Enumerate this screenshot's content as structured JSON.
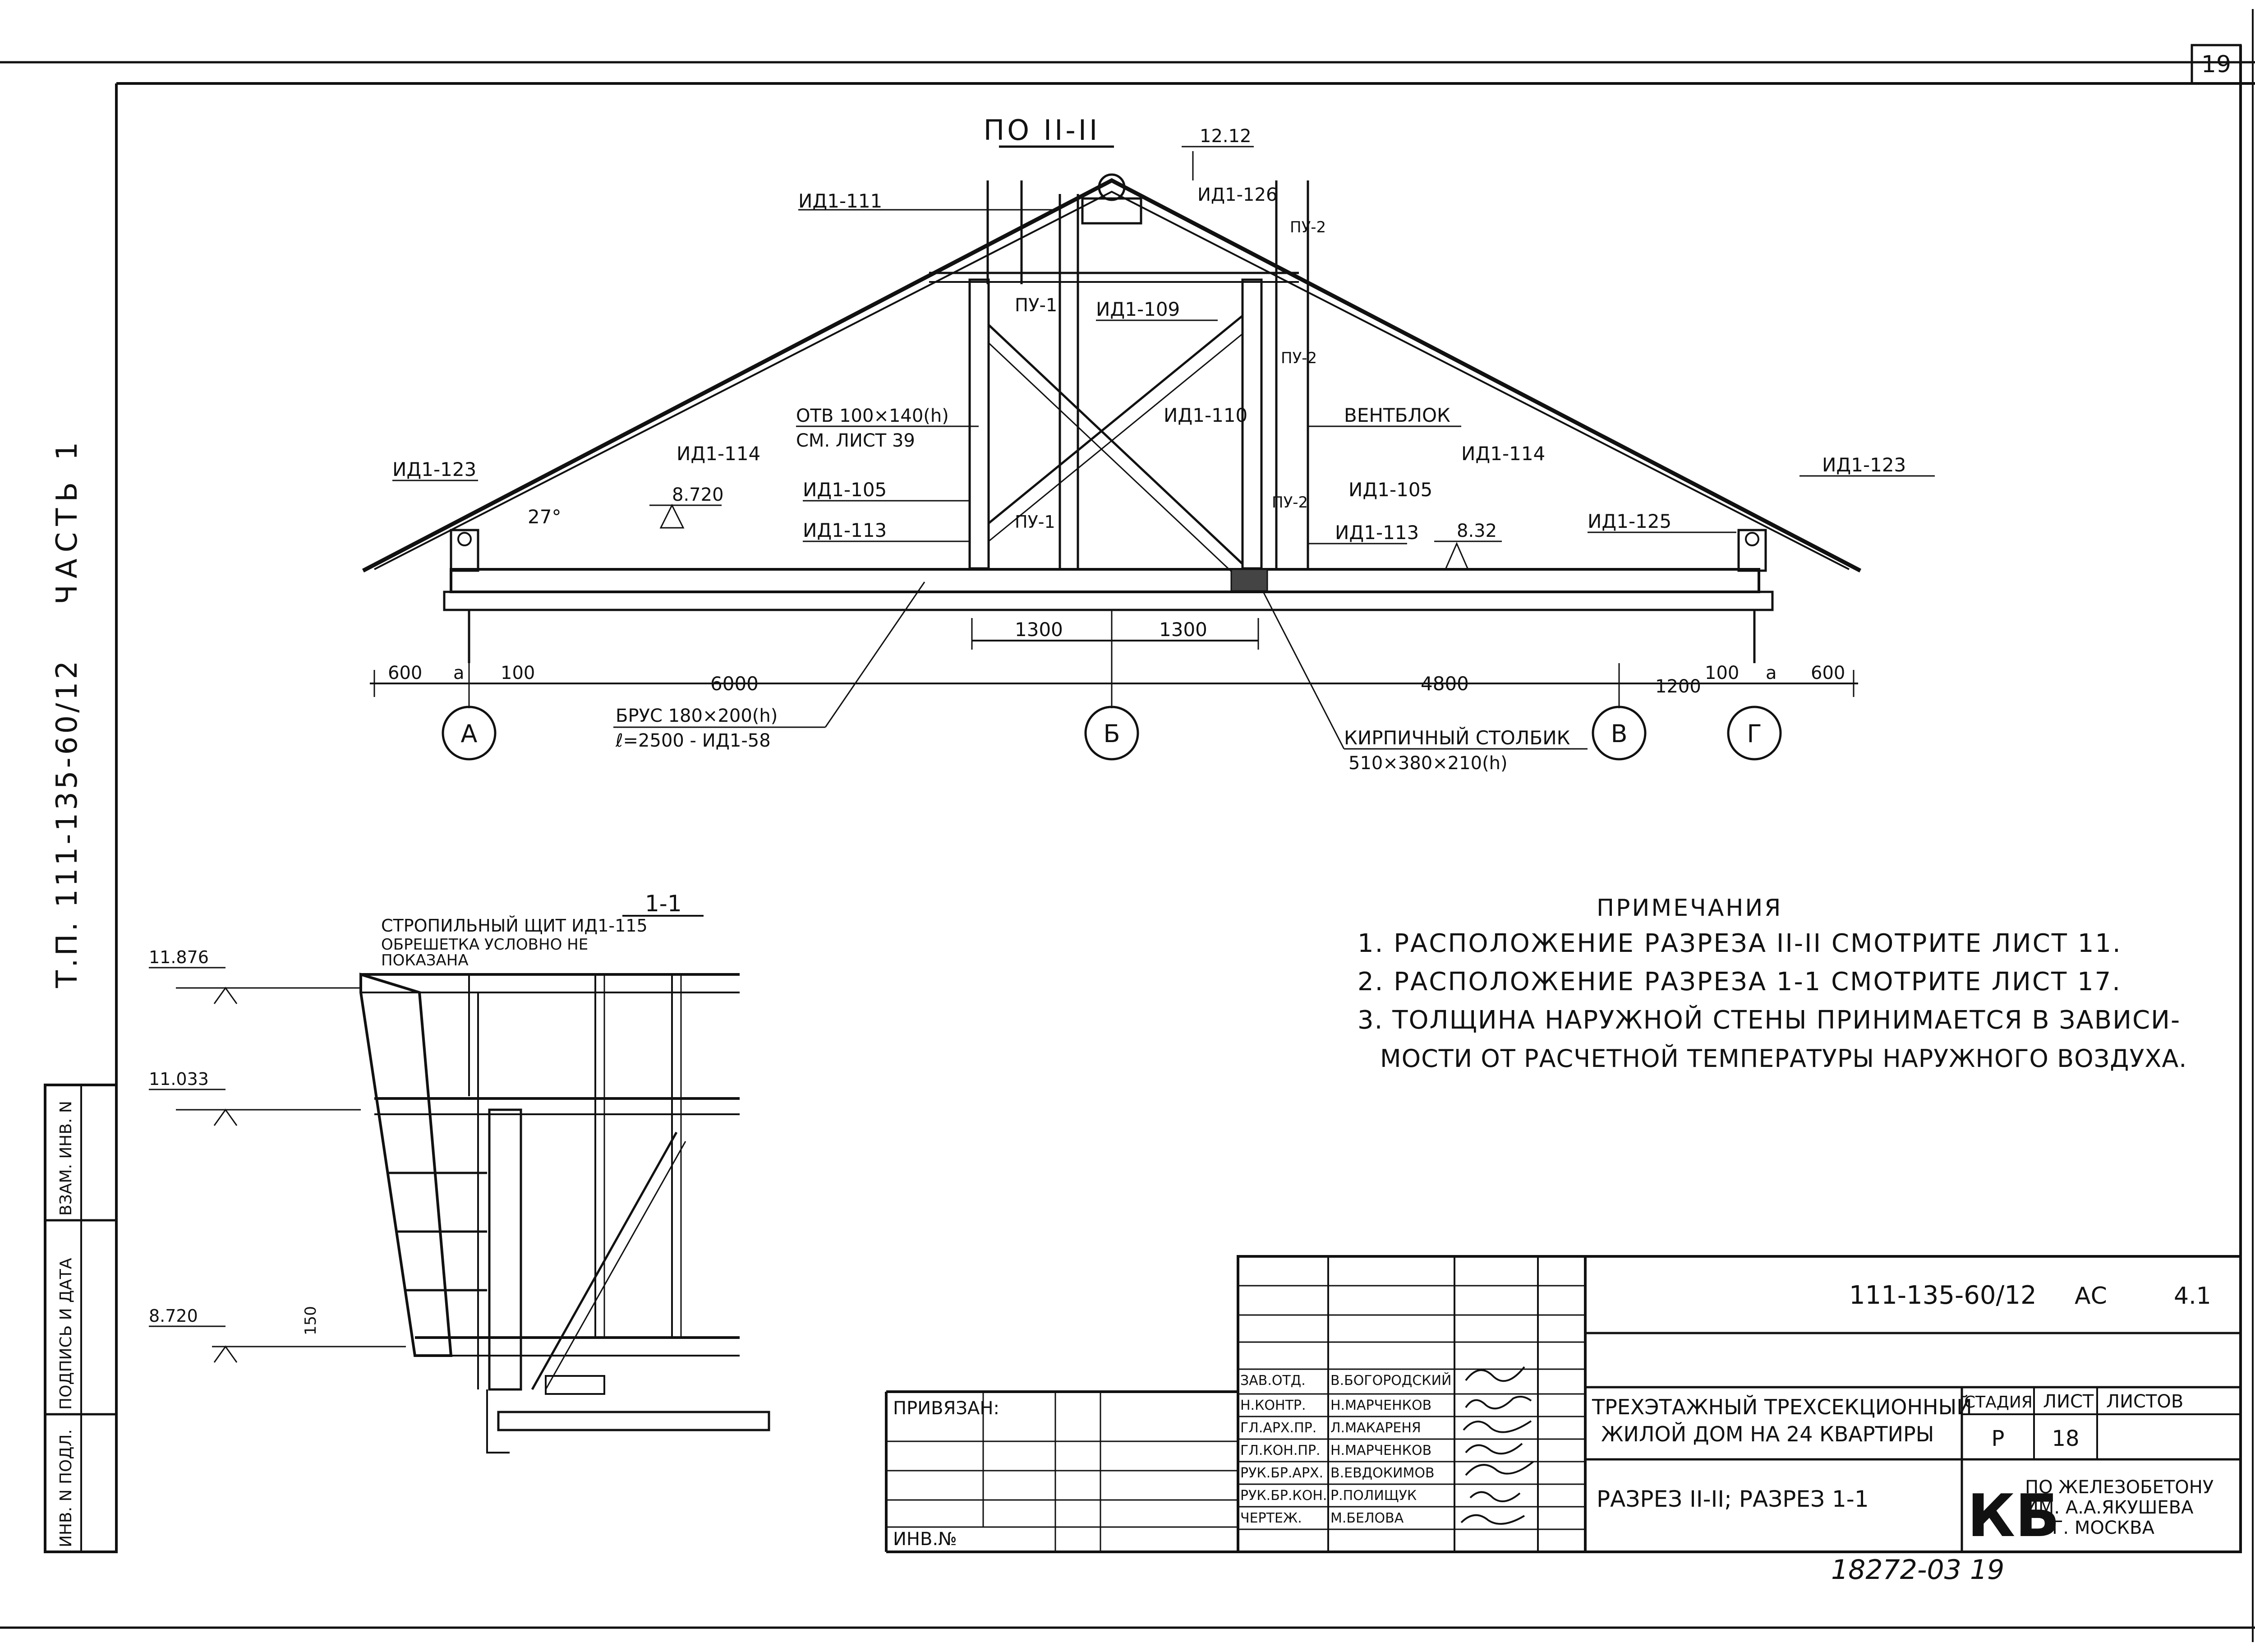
{
  "sheet": {
    "page_number": "19",
    "side_label_part": "ЧАСТЬ 1",
    "side_label_doc": "Т.П. 111-135-60/12",
    "stamp_number": "18272-03 19"
  },
  "section_top": {
    "title": "ПО II-II",
    "elev_ridge": "12.12",
    "elev_floor_left": "8.720",
    "elev_floor_right": "8.32",
    "angle": "27°",
    "labels": {
      "id111": "ИД1-111",
      "id126": "ИД1-126",
      "pu2a": "ПУ-2",
      "pu1a": "ПУ-1",
      "id109": "ИД1-109",
      "pu2b": "ПУ-2",
      "otv1": "ОТВ 100×140(h)",
      "otv2": "СМ. ЛИСТ 39",
      "id110": "ИД1-110",
      "ventblok": "ВЕНТБЛОК",
      "id114a": "ИД1-114",
      "id114b": "ИД1-114",
      "id123a": "ИД1-123",
      "id123b": "ИД1-123",
      "id105a": "ИД1-105",
      "id105b": "ИД1-105",
      "id113a": "ИД1-113",
      "id113b": "ИД1-113",
      "pu1b": "ПУ-1",
      "pu2c": "ПУ-2",
      "id125": "ИД1-125"
    },
    "dims": {
      "d600a": "600",
      "a1": "а",
      "d100a": "100",
      "d6000": "6000",
      "d1300a": "1300",
      "d1300b": "1300",
      "d4800": "4800",
      "d100b": "100",
      "a2": "а",
      "d1200": "1200",
      "d600b": "600"
    },
    "axes": [
      "А",
      "Б",
      "В",
      "Г"
    ],
    "brus1": "БРУС 180×200(h)",
    "brus2": "ℓ=2500 - ИД1-58",
    "kirp1": "КИРПИЧНЫЙ СТОЛБИК",
    "kirp2": "510×380×210(h)"
  },
  "section_11": {
    "title": "1-1",
    "label1": "СТРОПИЛЬНЫЙ ЩИТ ИД1-115",
    "label2": "ОБРЕШЕТКА УСЛОВНО НЕ",
    "label3": "ПОКАЗАНА",
    "elev1": "11.876",
    "elev2": "11.033",
    "elev3": "8.720",
    "dim150": "150"
  },
  "notes": {
    "title": "ПРИМЕЧАНИЯ",
    "items": [
      "1. РАСПОЛОЖЕНИЕ РАЗРЕЗА II-II СМОТРИТЕ ЛИСТ 11.",
      "2. РАСПОЛОЖЕНИЕ РАЗРЕЗА 1-1 СМОТРИТЕ ЛИСТ 17.",
      "3. ТОЛЩИНА НАРУЖНОЙ СТЕНЫ ПРИНИМАЕТСЯ В ЗАВИСИ-",
      "МОСТИ ОТ РАСЧЕТНОЙ ТЕМПЕРАТУРЫ НАРУЖНОГО ВОЗДУХА."
    ]
  },
  "left_strip": {
    "inv_podl": "ИНВ. N ПОДЛ.",
    "podpis": "ПОДПИСЬ И ДАТА",
    "vzam": "ВЗАМ. ИНВ. N"
  },
  "title_block": {
    "code": "111-135-60/12",
    "ac": "АС",
    "sheet_ref": "4.1",
    "privyazan": "ПРИВЯЗАН:",
    "inv_no": "ИНВ.№",
    "roles": [
      "ЗАВ.ОТД.",
      "Н.КОНТР.",
      "ГЛ.АРХ.ПР.",
      "ГЛ.КОН.ПР.",
      "РУК.БР.АРХ.",
      "РУК.БР.КОН.",
      "ЧЕРТЕЖ."
    ],
    "names": [
      "В.БОГОРОДСКИЙ",
      "Н.МАРЧЕНКОВ",
      "Л.МАКАРЕНЯ",
      "Н.МАРЧЕНКОВ",
      "В.ЕВДОКИМОВ",
      "Р.ПОЛИЩУК",
      "М.БЕЛОВА"
    ],
    "building1": "ТРЕХЭТАЖНЫЙ ТРЕХСЕКЦИОННЫЙ",
    "building2": "ЖИЛОЙ ДОМ НА 24 КВАРТИРЫ",
    "stage_h": "СТАДИЯ",
    "list_h": "ЛИСТ",
    "listov_h": "ЛИСТОВ",
    "stage": "Р",
    "list": "18",
    "sheet_title": "РАЗРЕЗ II-II; РАЗРЕЗ 1-1",
    "kb": "КБ",
    "org1": "ПО ЖЕЛЕЗОБЕТОНУ",
    "org2": "ИМ. А.А.ЯКУШЕВА",
    "org3": "Г. МОСКВА"
  }
}
